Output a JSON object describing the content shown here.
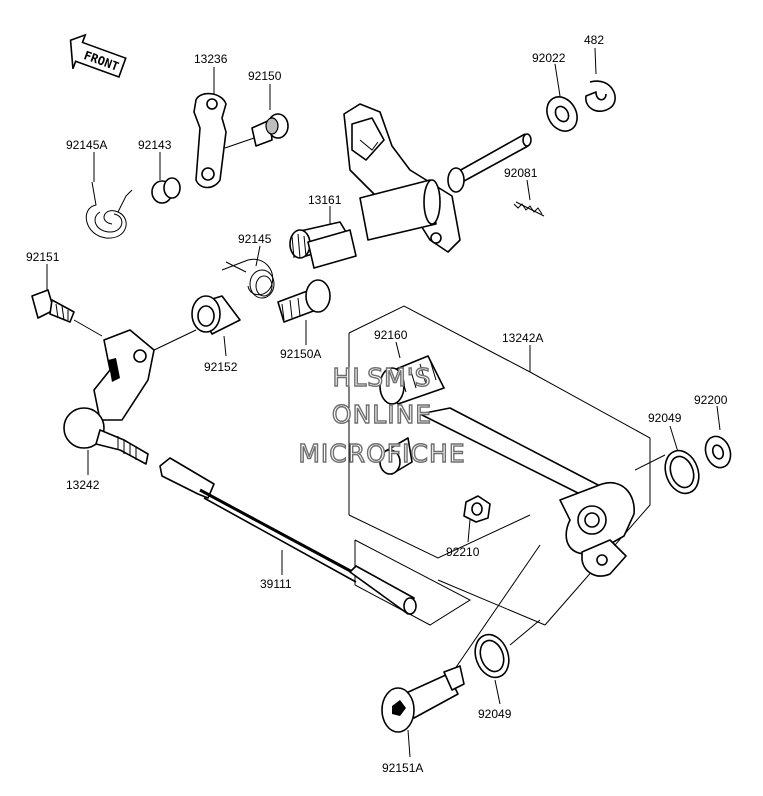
{
  "front_badge": "FRONT",
  "watermark": [
    "HLSM'S",
    "ONLINE",
    "MICROFICHE"
  ],
  "labels": {
    "p13236": "13236",
    "p92150": "92150",
    "p92145A": "92145A",
    "p92143": "92143",
    "p92022": "92022",
    "p482": "482",
    "p92081": "92081",
    "p13161": "13161",
    "p92145": "92145",
    "p92151": "92151",
    "p92152": "92152",
    "p92150A": "92150A",
    "p92160": "92160",
    "p13242A": "13242A",
    "p92200": "92200",
    "p92049a": "92049",
    "p13242": "13242",
    "p92210": "92210",
    "p39111": "39111",
    "p92049b": "92049",
    "p92151A": "92151A"
  }
}
